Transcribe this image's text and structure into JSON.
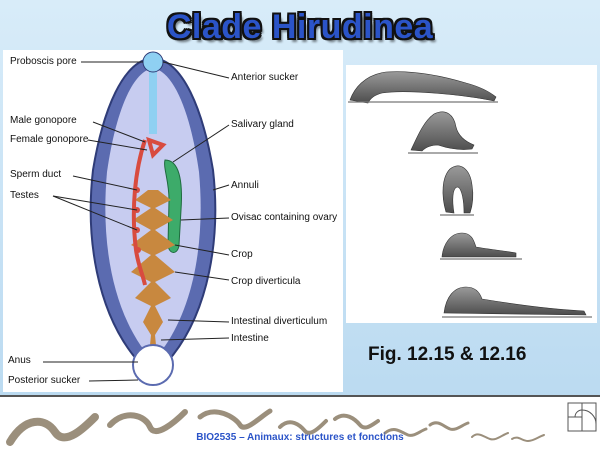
{
  "slide": {
    "title": "Clade Hirudinea",
    "caption": "Fig. 12.15 & 12.16",
    "footer": "BIO2535 – Animaux: structures et fonctions"
  },
  "diagram": {
    "left_labels": [
      "Proboscis pore",
      "Male gonopore",
      "Female gonopore",
      "Sperm duct",
      "Testes",
      "Anus",
      "Posterior sucker"
    ],
    "right_labels": [
      "Anterior sucker",
      "Salivary gland",
      "Annuli",
      "Ovisac containing ovary",
      "Crop",
      "Crop diverticula",
      "Intestinal diverticulum",
      "Intestine"
    ]
  },
  "colors": {
    "title": "#2b54c8",
    "body_outer": "#5b6bb0",
    "body_inner": "#c7ccf0",
    "crop": "#c8883f",
    "reproductive": "#d84b3f",
    "ovisac": "#3dab6a"
  }
}
